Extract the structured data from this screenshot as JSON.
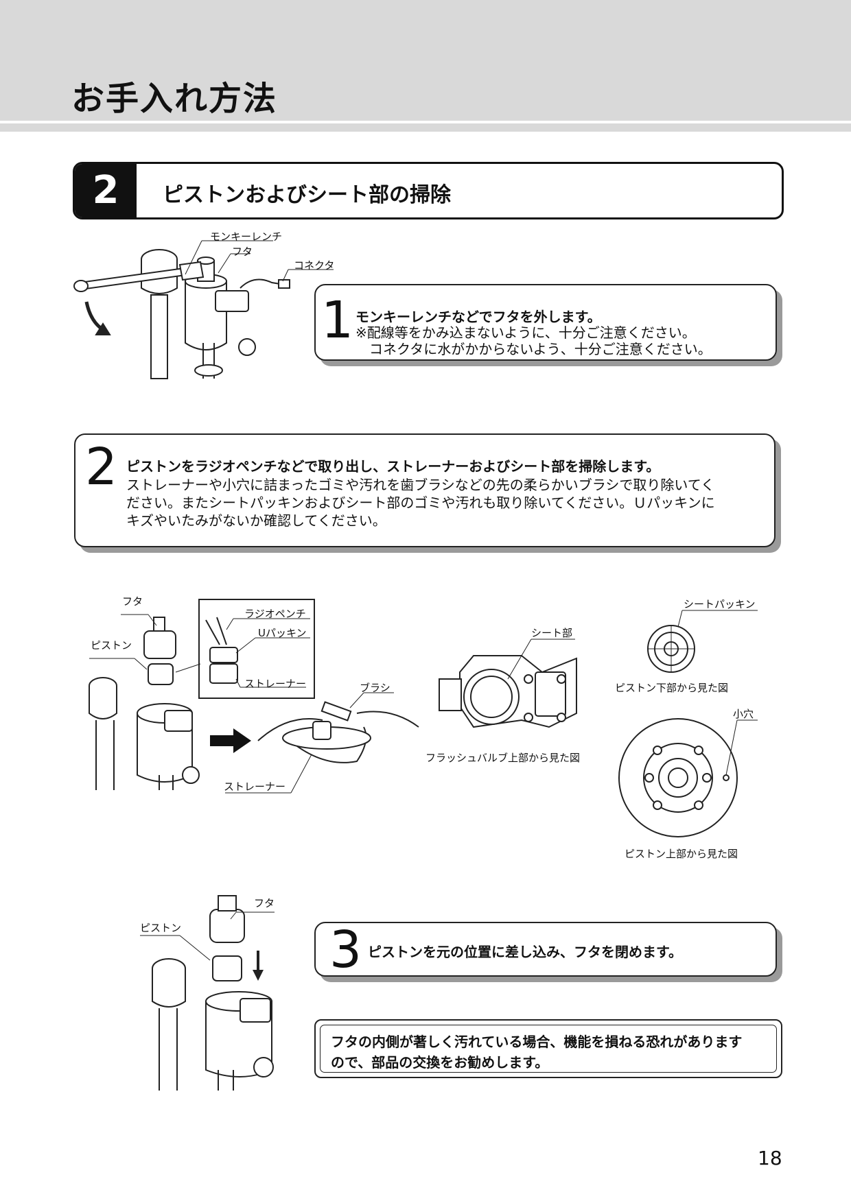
{
  "page": {
    "title": "お手入れ方法",
    "number": "18"
  },
  "section": {
    "number": "2",
    "title": "ピストンおよびシート部の掃除"
  },
  "steps": [
    {
      "number": "1",
      "lead": "モンキーレンチなどでフタを外します。",
      "lines": [
        "※配線等をかみ込まないように、十分ご注意ください。",
        "　コネクタに水がかからないよう、十分ご注意ください。"
      ]
    },
    {
      "number": "2",
      "lead": "ピストンをラジオペンチなどで取り出し、ストレーナーおよびシート部を掃除します。",
      "lines": [
        "ストレーナーや小穴に詰まったゴミや汚れを歯ブラシなどの先の柔らかいブラシで取り除いてく",
        "ださい。またシートパッキンおよびシート部のゴミや汚れも取り除いてください。Ｕパッキンに",
        "キズやいたみがないか確認してください。"
      ]
    },
    {
      "number": "3",
      "lead": "ピストンを元の位置に差し込み、フタを閉めます。",
      "lines": []
    }
  ],
  "notice": {
    "lines": [
      "フタの内側が著しく汚れている場合、機能を損ねる恐れがあります",
      "ので、部品の交換をお勧めします。"
    ]
  },
  "labels": {
    "fig1": {
      "wrench": "モンキーレンチ",
      "cap": "フタ",
      "connector": "コネクタ"
    },
    "fig2": {
      "cap": "フタ",
      "piston": "ピストン",
      "pliers": "ラジオペンチ",
      "u_packing": "Uパッキン",
      "strainer_inset": "ストレーナー",
      "brush": "ブラシ",
      "strainer": "ストレーナー",
      "seat": "シート部",
      "flush_valve_top": "フラッシュバルブ上部から見た図",
      "seat_packing": "シートパッキン",
      "piston_bottom": "ピストン下部から見た図",
      "small_hole": "小穴",
      "piston_top": "ピストン上部から見た図"
    },
    "fig3": {
      "cap": "フタ",
      "piston": "ピストン"
    }
  }
}
